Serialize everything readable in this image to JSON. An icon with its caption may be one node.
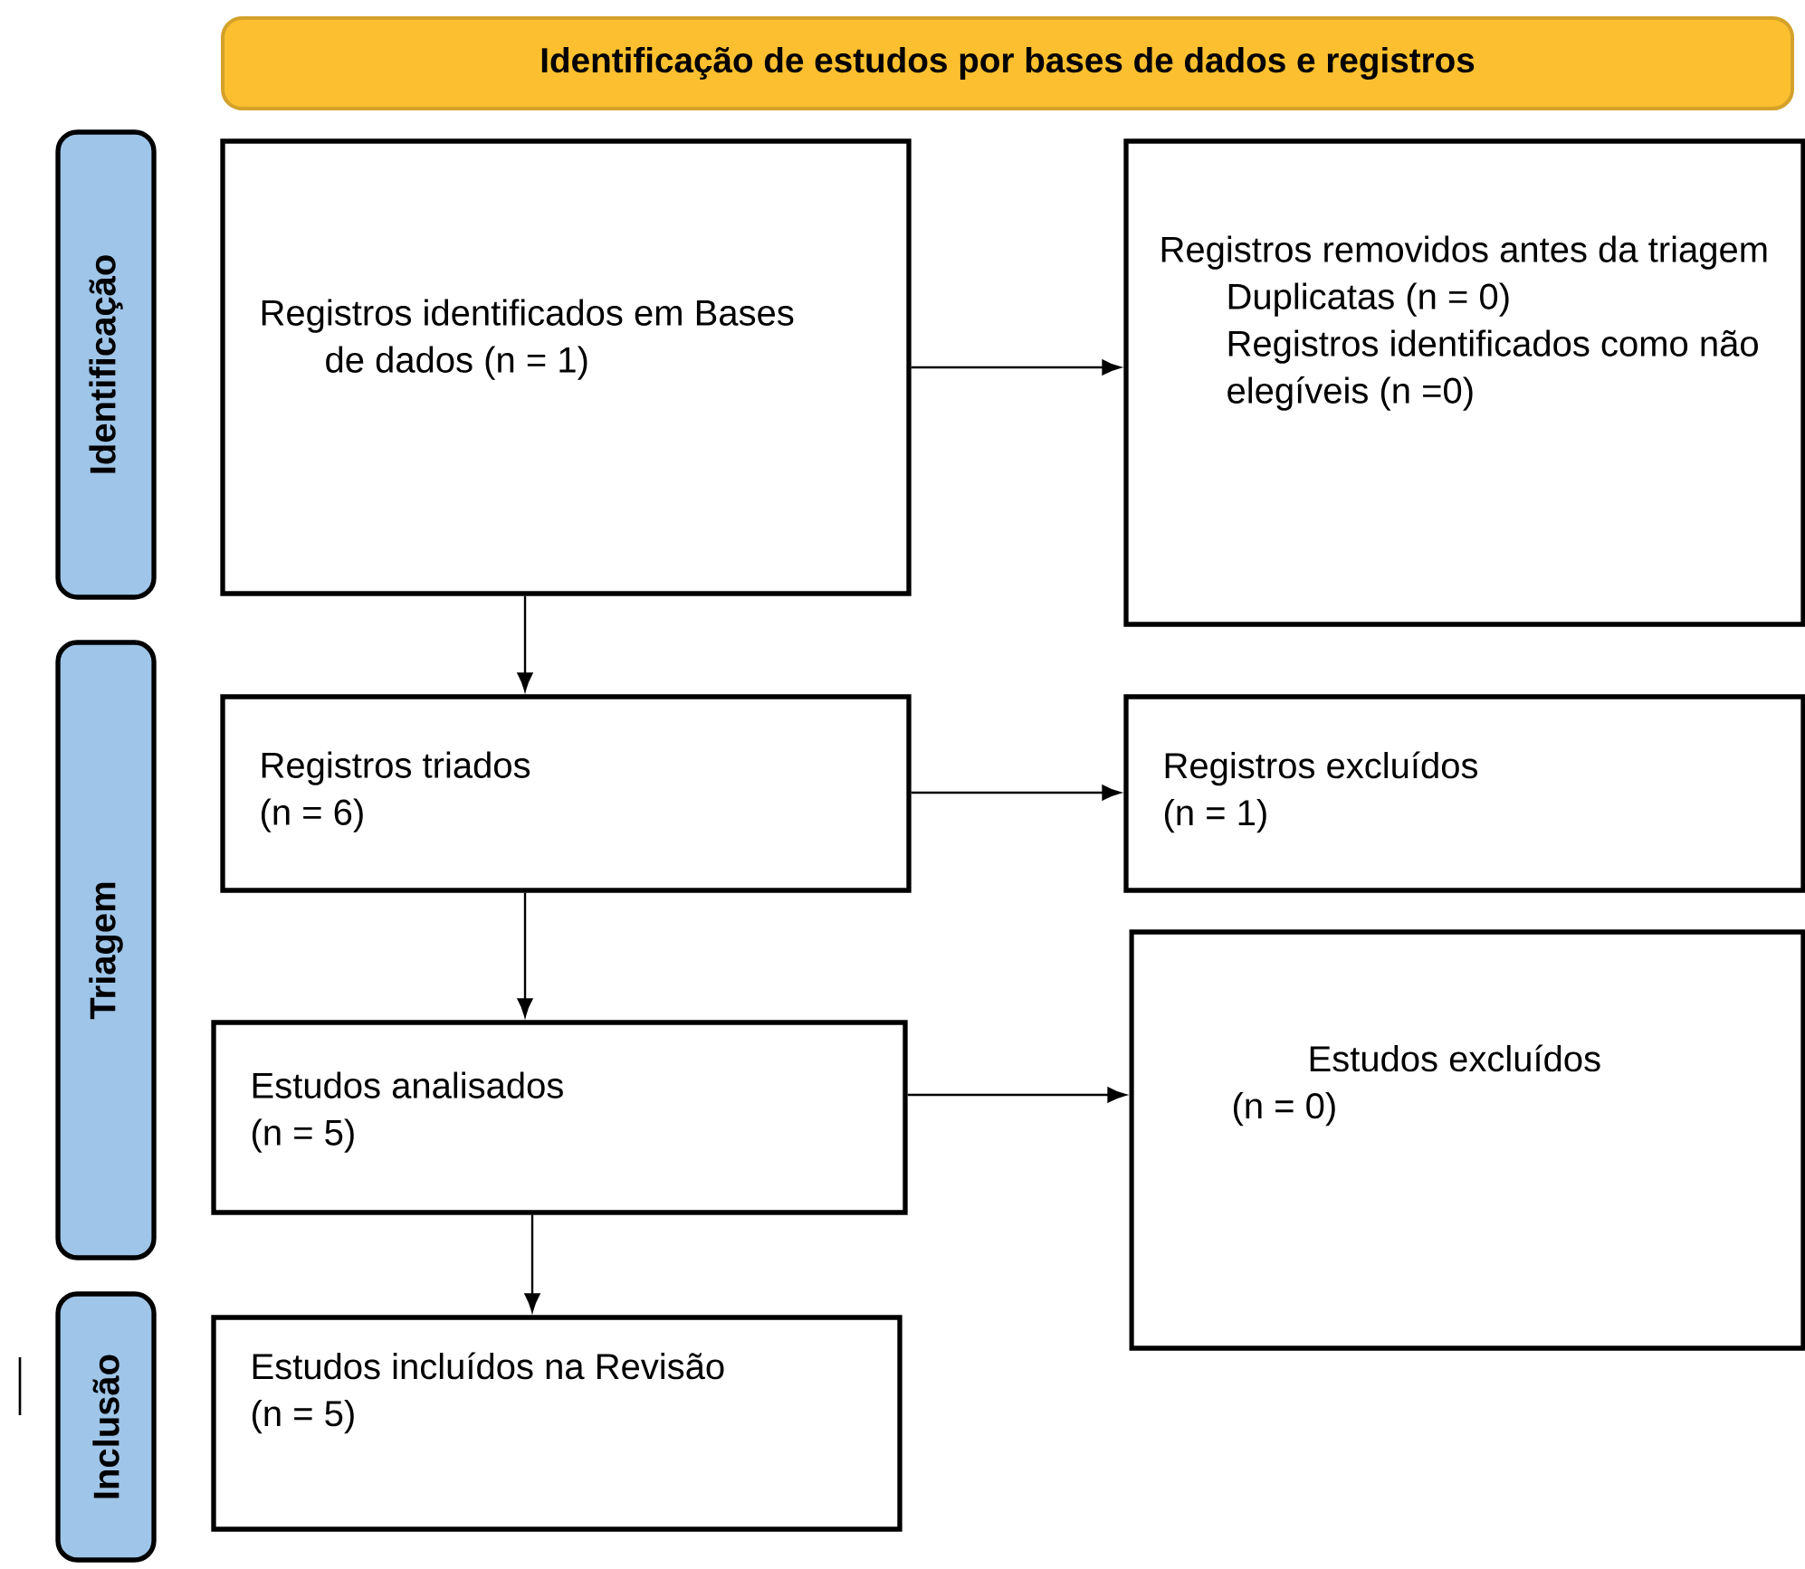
{
  "diagram": {
    "nodes": [
      {
        "text": [
          "Identificação de estudos por bases de dados e registros"
        ]
      },
      {
        "text": [
          "Identificação"
        ]
      },
      {
        "text": [
          "Triagem"
        ]
      },
      {
        "text": [
          "Inclusão"
        ]
      },
      {
        "text": [
          "Registros identificados em Bases de dados (n = 1)"
        ]
      },
      {
        "text": [
          "Registros removidos antes da triagem",
          "Duplicatas (n = 0)",
          "Registros identificados como não elegíveis (n =0)"
        ]
      },
      {
        "text": [
          "Registros triados",
          "(n = 6)"
        ]
      },
      {
        "text": [
          "Registros excluídos",
          "(n = 1)"
        ]
      },
      {
        "text": [
          "Estudos analisados",
          "(n = 5)"
        ]
      },
      {
        "text": [
          "Estudos excluídos",
          "(n = 0)"
        ]
      },
      {
        "text": [
          "Estudos incluídos na Revisão",
          "(n = 5)"
        ]
      }
    ],
    "edges": [
      {
        "from": 4,
        "to": 5,
        "arrow": "to"
      },
      {
        "from": 4,
        "to": 6,
        "arrow": "to"
      },
      {
        "from": 6,
        "to": 7,
        "arrow": "to"
      },
      {
        "from": 6,
        "to": 8,
        "arrow": "to"
      },
      {
        "from": 8,
        "to": 9,
        "arrow": "to"
      },
      {
        "from": 8,
        "to": 10,
        "arrow": "to"
      }
    ]
  }
}
